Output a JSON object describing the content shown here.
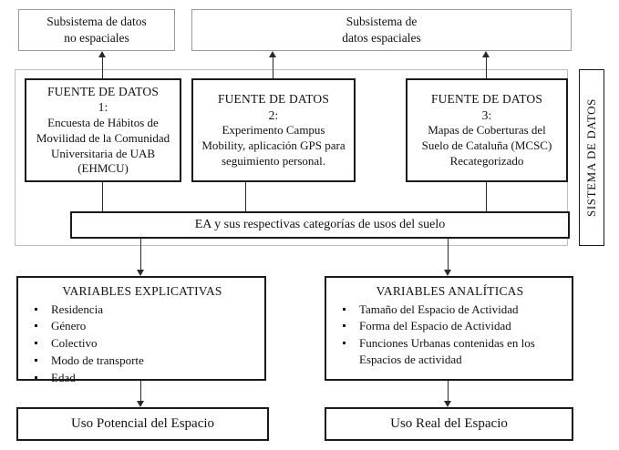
{
  "diagram": {
    "title": "Sistema de datos - esquema metodologico",
    "subsystems": [
      {
        "id": "non-spatial",
        "line1": "Subsistema de datos",
        "line2": "no espaciales"
      },
      {
        "id": "spatial",
        "line1": "Subsistema de",
        "line2": "datos espaciales"
      }
    ],
    "system_label": "SISTEMA DE DATOS",
    "sources": [
      {
        "id": "source-1",
        "title": "FUENTE DE DATOS",
        "number": "1:",
        "body": "Encuesta de Hábitos de Movilidad de la Comunidad Universitaria de UAB (EHMCU)"
      },
      {
        "id": "source-2",
        "title": "FUENTE DE DATOS",
        "number": "2:",
        "body": "Experimento Campus Mobility, aplicación GPS para seguimiento personal."
      },
      {
        "id": "source-3",
        "title": "FUENTE DE DATOS",
        "number": "3:",
        "body": "Mapas de Coberturas del Suelo de Cataluña (MCSC) Recategorizado"
      }
    ],
    "ea_box": "EA y sus respectivas categorías de usos del suelo",
    "variables": [
      {
        "id": "explicativas",
        "title": "VARIABLES EXPLICATIVAS",
        "items": [
          "Residencia",
          "Género",
          "Colectivo",
          "Modo de transporte",
          "Edad"
        ]
      },
      {
        "id": "analiticas",
        "title": "VARIABLES ANALÍTICAS",
        "items": [
          "Tamaño del Espacio de Actividad",
          "Forma del Espacio de Actividad",
          "Funciones Urbanas contenidas en los Espacios de actividad"
        ]
      }
    ],
    "outcomes": [
      {
        "id": "uso-potencial",
        "label": "Uso Potencial del Espacio"
      },
      {
        "id": "uso-real",
        "label": "Uso Real del Espacio"
      }
    ],
    "colors": {
      "box_border_dark": "#1a1a1a",
      "box_border_light": "#9a9a9a",
      "group_frame": "#bdbdbd",
      "connector": "#2a2a2a",
      "background": "#ffffff",
      "text": "#111111"
    }
  }
}
